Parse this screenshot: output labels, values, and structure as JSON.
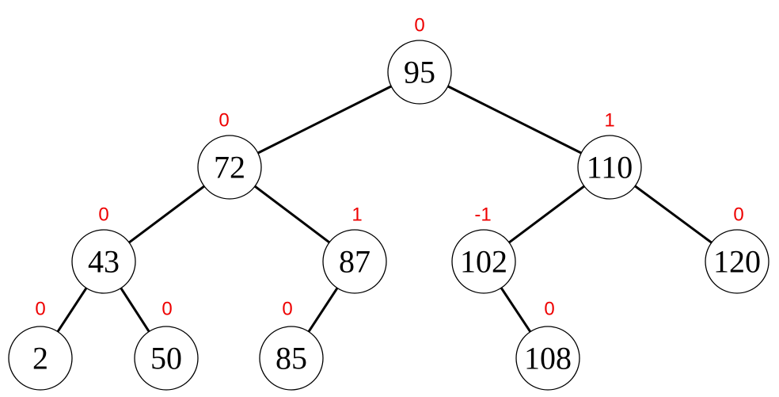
{
  "nodes": [
    {
      "id": "n95",
      "key": "95",
      "balance": "0"
    },
    {
      "id": "n72",
      "key": "72",
      "balance": "0"
    },
    {
      "id": "n110",
      "key": "110",
      "balance": "1"
    },
    {
      "id": "n43",
      "key": "43",
      "balance": "0"
    },
    {
      "id": "n87",
      "key": "87",
      "balance": "1"
    },
    {
      "id": "n102",
      "key": "102",
      "balance": "-1"
    },
    {
      "id": "n120",
      "key": "120",
      "balance": "0"
    },
    {
      "id": "n2",
      "key": "2",
      "balance": "0"
    },
    {
      "id": "n50",
      "key": "50",
      "balance": "0"
    },
    {
      "id": "n85",
      "key": "85",
      "balance": "0"
    },
    {
      "id": "n108",
      "key": "108",
      "balance": "0"
    }
  ],
  "edges": [
    {
      "from": "n95",
      "to": "n72"
    },
    {
      "from": "n95",
      "to": "n110"
    },
    {
      "from": "n72",
      "to": "n43"
    },
    {
      "from": "n72",
      "to": "n87"
    },
    {
      "from": "n110",
      "to": "n102"
    },
    {
      "from": "n110",
      "to": "n120"
    },
    {
      "from": "n43",
      "to": "n2"
    },
    {
      "from": "n43",
      "to": "n50"
    },
    {
      "from": "n87",
      "to": "n85"
    },
    {
      "from": "n102",
      "to": "n108"
    }
  ]
}
